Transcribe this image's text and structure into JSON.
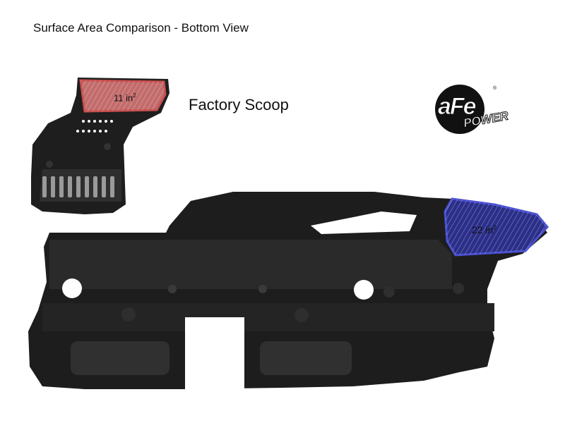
{
  "title": "Surface Area Comparison - Bottom View",
  "factory_label": "Factory Scoop",
  "small_area": {
    "value": "11 in",
    "exp": "2"
  },
  "large_area": {
    "value": "22 in",
    "exp": "2"
  },
  "logo": {
    "primary": "aFe",
    "secondary": "POWER",
    "mark": "®"
  },
  "colors": {
    "small_highlight": "#e07a7a",
    "large_highlight": "#3a3fa8",
    "part": "#1d1d1d"
  }
}
